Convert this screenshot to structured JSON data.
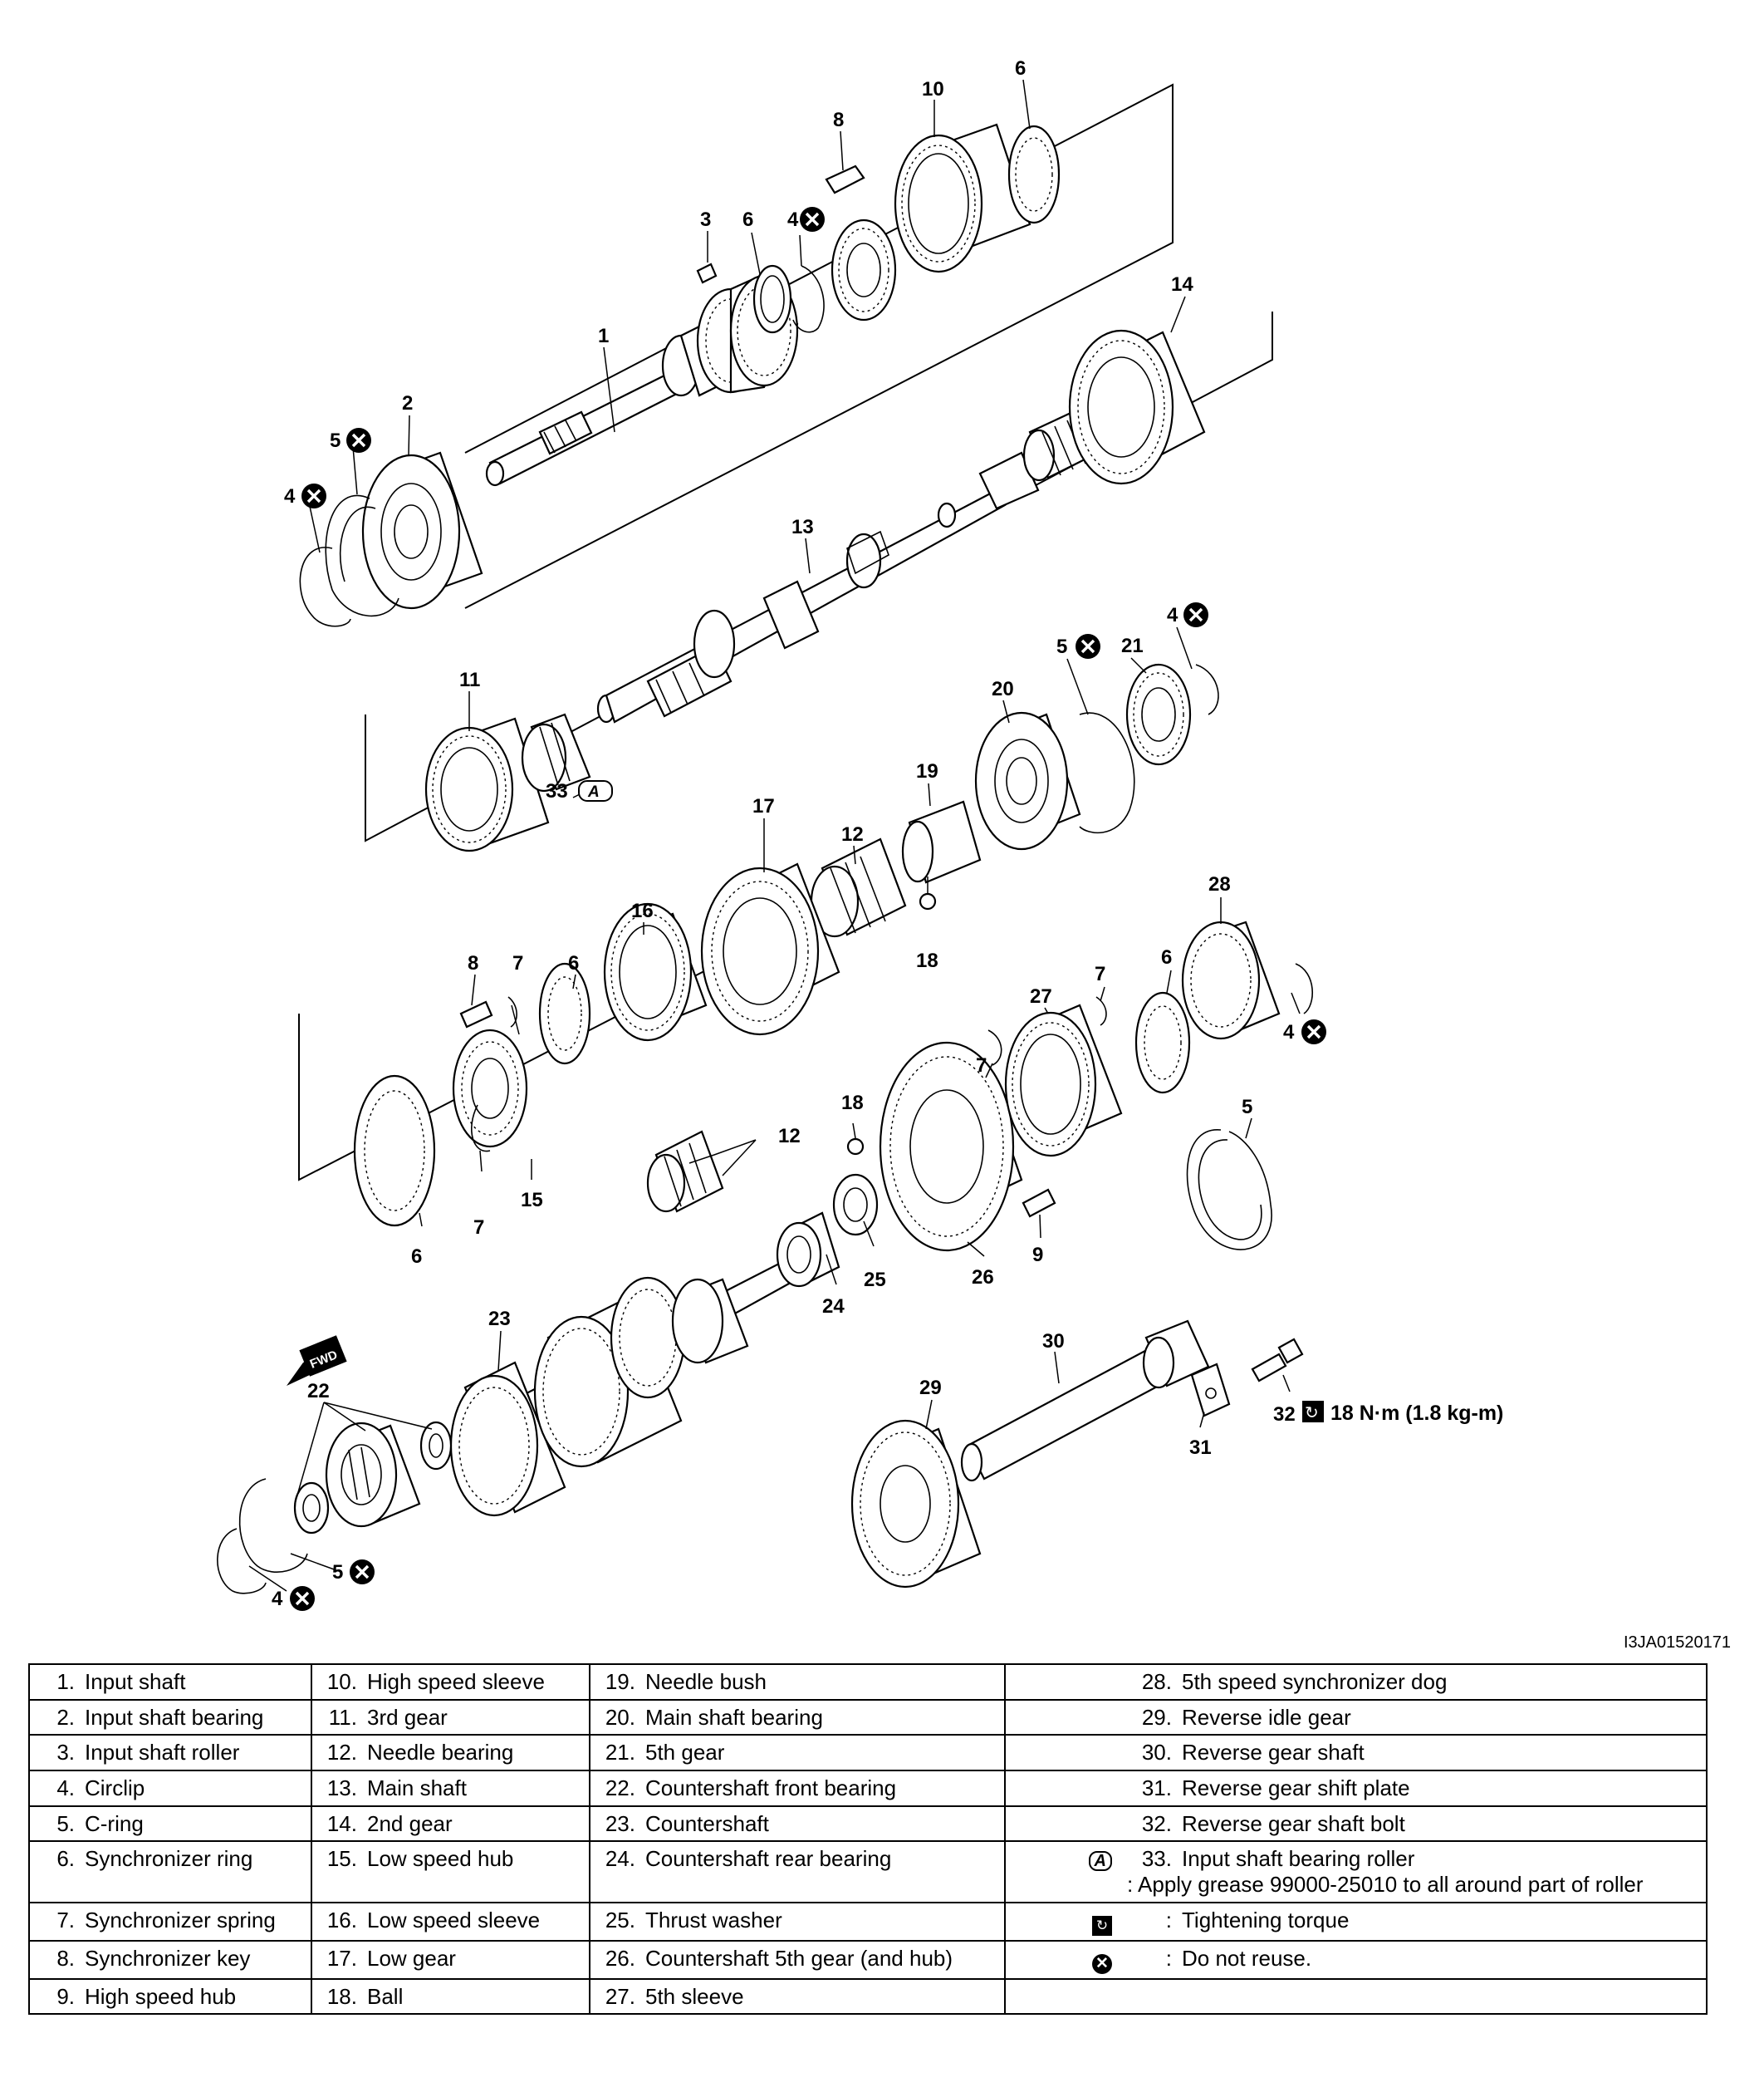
{
  "figure_code": "I3JA01520171",
  "callouts": {
    "c1": "1",
    "c2": "2",
    "c3": "3",
    "c4a": "4",
    "c4b": "4",
    "c4c": "4",
    "c4d": "4",
    "c4e": "4",
    "c5a": "5",
    "c5b": "5",
    "c5c": "5",
    "c5d": "5",
    "c6a": "6",
    "c6b": "6",
    "c6c": "6",
    "c6d": "6",
    "c6e": "6",
    "c7a": "7",
    "c7b": "7",
    "c7c": "7",
    "c7d": "7",
    "c8a": "8",
    "c8b": "8",
    "c9": "9",
    "c10": "10",
    "c11": "11",
    "c12a": "12",
    "c12b": "12",
    "c13": "13",
    "c14": "14",
    "c15": "15",
    "c16": "16",
    "c17": "17",
    "c18a": "18",
    "c18b": "18",
    "c19": "19",
    "c20": "20",
    "c21": "21",
    "c22": "22",
    "c23": "23",
    "c24": "24",
    "c25": "25",
    "c26": "26",
    "c27": "27",
    "c28": "28",
    "c29": "29",
    "c30": "30",
    "c31": "31",
    "c32": "32",
    "c33": "33",
    "torque": "18 N·m (1.8 kg-m)",
    "fwd": "FWD"
  },
  "legend": {
    "rows": [
      [
        {
          "n": "1.",
          "t": "Input shaft"
        },
        {
          "n": "10.",
          "t": "High speed sleeve"
        },
        {
          "n": "19.",
          "t": "Needle bush"
        },
        {
          "n": "28.",
          "t": "5th speed synchronizer dog"
        }
      ],
      [
        {
          "n": "2.",
          "t": "Input shaft bearing"
        },
        {
          "n": "11.",
          "t": "3rd gear"
        },
        {
          "n": "20.",
          "t": "Main shaft bearing"
        },
        {
          "n": "29.",
          "t": "Reverse idle gear"
        }
      ],
      [
        {
          "n": "3.",
          "t": "Input shaft roller"
        },
        {
          "n": "12.",
          "t": "Needle bearing"
        },
        {
          "n": "21.",
          "t": "5th gear"
        },
        {
          "n": "30.",
          "t": "Reverse gear shaft"
        }
      ],
      [
        {
          "n": "4.",
          "t": "Circlip"
        },
        {
          "n": "13.",
          "t": "Main shaft"
        },
        {
          "n": "22.",
          "t": "Countershaft front bearing"
        },
        {
          "n": "31.",
          "t": "Reverse gear shift plate"
        }
      ],
      [
        {
          "n": "5.",
          "t": "C-ring"
        },
        {
          "n": "14.",
          "t": "2nd gear"
        },
        {
          "n": "23.",
          "t": "Countershaft"
        },
        {
          "n": "32.",
          "t": "Reverse gear shaft bolt"
        }
      ],
      [
        {
          "n": "6.",
          "t": "Synchronizer ring"
        },
        {
          "n": "15.",
          "t": "Low speed hub"
        },
        {
          "n": "24.",
          "t": "Countershaft rear bearing"
        },
        {
          "n": "33.",
          "t": "Input shaft bearing roller",
          "note": ": Apply grease 99000-25010 to all around part of roller"
        }
      ],
      [
        {
          "n": "7.",
          "t": "Synchronizer spring"
        },
        {
          "n": "16.",
          "t": "Low speed sleeve"
        },
        {
          "n": "25.",
          "t": "Thrust washer"
        },
        {
          "n": ":",
          "t": "Tightening torque"
        }
      ],
      [
        {
          "n": "8.",
          "t": "Synchronizer key"
        },
        {
          "n": "17.",
          "t": "Low gear"
        },
        {
          "n": "26.",
          "t": "Countershaft 5th gear (and hub)"
        },
        {
          "n": ":",
          "t": "Do not reuse."
        }
      ],
      [
        {
          "n": "9.",
          "t": "High speed hub"
        },
        {
          "n": "18.",
          "t": "Ball"
        },
        {
          "n": "27.",
          "t": "5th sleeve"
        },
        {
          "n": "",
          "t": ""
        }
      ]
    ]
  },
  "symbols": {
    "grease_mark": "A",
    "torque_mark": "↻",
    "no_reuse_mark": "✕"
  }
}
